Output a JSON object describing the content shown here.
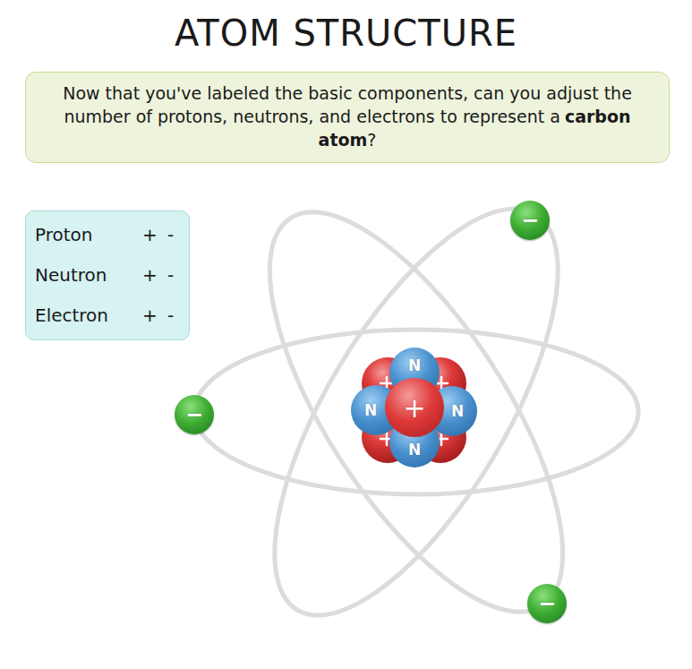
{
  "diagram": {
    "title": "ATOM STRUCTURE",
    "nodes": [
      {
        "text": [
          "Now that you've labeled the basic components, can you adjust the number of protons, neutrons, and electrons to represent a",
          "carbon atom",
          "?"
        ]
      },
      {
        "text": [
          "Proton",
          "+",
          "-",
          "Neutron",
          "+",
          "-",
          "Electron",
          "+",
          "-"
        ]
      },
      {
        "text": [
          "−"
        ]
      },
      {
        "text": [
          "−"
        ]
      },
      {
        "text": [
          "−"
        ]
      },
      {
        "text": [
          "N"
        ]
      },
      {
        "text": [
          "N"
        ]
      },
      {
        "text": [
          "N"
        ]
      },
      {
        "text": [
          "N"
        ]
      },
      {
        "text": [
          "+"
        ]
      }
    ]
  }
}
